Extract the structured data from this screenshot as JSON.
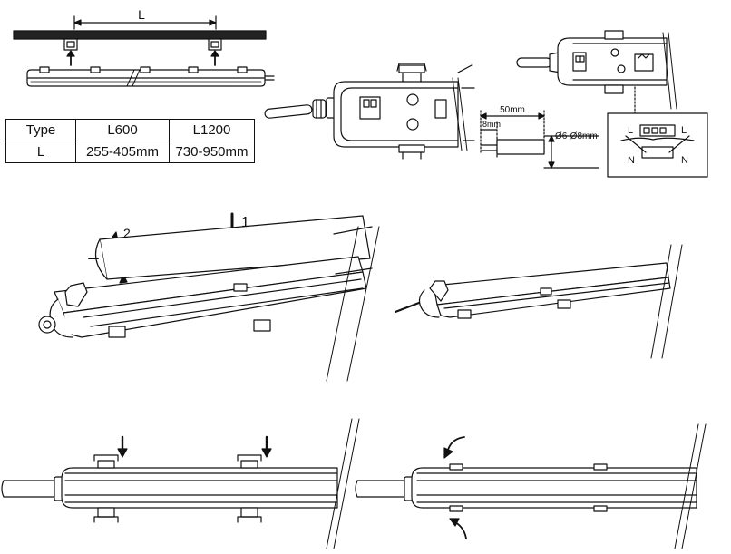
{
  "dimension_label": "L",
  "table": {
    "headers": [
      "Type",
      "L600",
      "L1200"
    ],
    "rows": [
      [
        "L",
        "255-405mm",
        "730-950mm"
      ]
    ]
  },
  "wiring": {
    "strip_length": "50mm",
    "strip_short": "8mm",
    "cable_diameter": "Ø6-Ø8mm",
    "terminal_left": "L",
    "terminal_right": "L",
    "neutral_left": "N",
    "neutral_right": "N"
  },
  "steps": {
    "step_push": "1",
    "step_rotate": "2"
  },
  "icons": [
    "arrow-down-icon",
    "rotate-arrow-icon",
    "curved-arrow-icon"
  ],
  "colors": {
    "line": "#111111",
    "background": "#ffffff"
  }
}
